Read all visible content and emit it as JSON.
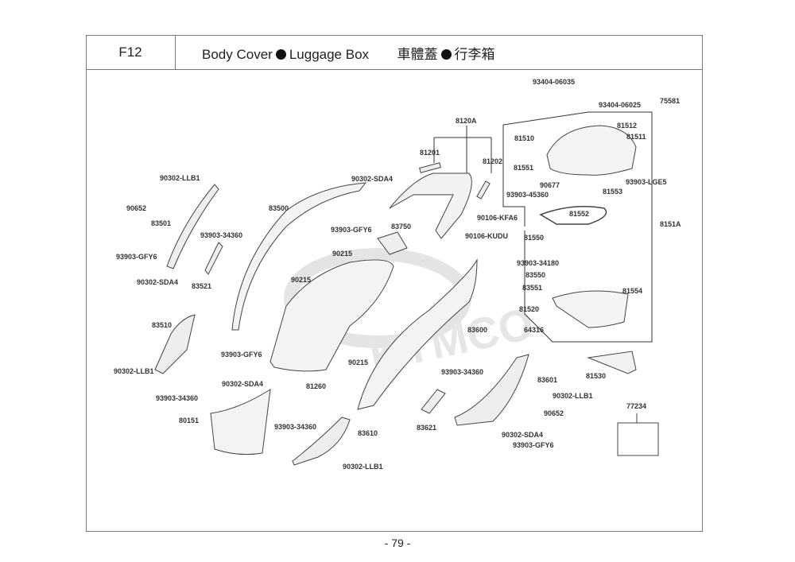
{
  "header": {
    "section_code": "F12",
    "title_en_part1": "Body Cover",
    "title_en_part2": "Luggage Box",
    "title_zh_part1": "車體蓋",
    "title_zh_part2": "行李箱"
  },
  "footer": {
    "page_number": "- 79 -"
  },
  "watermark": {
    "text": "KYMCO",
    "color": "#d0d0d0"
  },
  "parts": [
    {
      "id": "p1",
      "label": "93404-06035"
    },
    {
      "id": "p2",
      "label": "93404-06025"
    },
    {
      "id": "p3",
      "label": "75581"
    },
    {
      "id": "p4",
      "label": "8120A"
    },
    {
      "id": "p5",
      "label": "81512"
    },
    {
      "id": "p6",
      "label": "81510"
    },
    {
      "id": "p7",
      "label": "81511"
    },
    {
      "id": "p8",
      "label": "81201"
    },
    {
      "id": "p9",
      "label": "81202"
    },
    {
      "id": "p10",
      "label": "81551"
    },
    {
      "id": "p11",
      "label": "90677"
    },
    {
      "id": "p12",
      "label": "93903-LGE5"
    },
    {
      "id": "p13",
      "label": "93903-45360"
    },
    {
      "id": "p14",
      "label": "81553"
    },
    {
      "id": "p15",
      "label": "90302-LLB1"
    },
    {
      "id": "p16",
      "label": "90302-SDA4"
    },
    {
      "id": "p17",
      "label": "81552"
    },
    {
      "id": "p18",
      "label": "90106-KFA6"
    },
    {
      "id": "p19",
      "label": "90652"
    },
    {
      "id": "p20",
      "label": "83500"
    },
    {
      "id": "p21",
      "label": "8151A"
    },
    {
      "id": "p22",
      "label": "83501"
    },
    {
      "id": "p23",
      "label": "93903-GFY6"
    },
    {
      "id": "p24",
      "label": "83750"
    },
    {
      "id": "p25",
      "label": "90106-KUDU"
    },
    {
      "id": "p26",
      "label": "93903-34360"
    },
    {
      "id": "p27",
      "label": "81550"
    },
    {
      "id": "p28",
      "label": "93903-GFY6"
    },
    {
      "id": "p29",
      "label": "90215"
    },
    {
      "id": "p30",
      "label": "93903-34180"
    },
    {
      "id": "p31",
      "label": "90302-SDA4"
    },
    {
      "id": "p32",
      "label": "83521"
    },
    {
      "id": "p33",
      "label": "83550"
    },
    {
      "id": "p34",
      "label": "90215"
    },
    {
      "id": "p35",
      "label": "83551"
    },
    {
      "id": "p36",
      "label": "81554"
    },
    {
      "id": "p37",
      "label": "81520"
    },
    {
      "id": "p38",
      "label": "83510"
    },
    {
      "id": "p39",
      "label": "83600"
    },
    {
      "id": "p40",
      "label": "64316"
    },
    {
      "id": "p41",
      "label": "93903-GFY6"
    },
    {
      "id": "p42",
      "label": "90215"
    },
    {
      "id": "p43",
      "label": "90302-LLB1"
    },
    {
      "id": "p44",
      "label": "93903-34360"
    },
    {
      "id": "p45",
      "label": "81530"
    },
    {
      "id": "p46",
      "label": "83601"
    },
    {
      "id": "p47",
      "label": "90302-SDA4"
    },
    {
      "id": "p48",
      "label": "81260"
    },
    {
      "id": "p49",
      "label": "90302-LLB1"
    },
    {
      "id": "p50",
      "label": "93903-34360"
    },
    {
      "id": "p51",
      "label": "90652"
    },
    {
      "id": "p52",
      "label": "77234"
    },
    {
      "id": "p53",
      "label": "80151"
    },
    {
      "id": "p54",
      "label": "83621"
    },
    {
      "id": "p55",
      "label": "93903-34360"
    },
    {
      "id": "p56",
      "label": "83610"
    },
    {
      "id": "p57",
      "label": "90302-SDA4"
    },
    {
      "id": "p58",
      "label": "93903-GFY6"
    },
    {
      "id": "p59",
      "label": "90302-LLB1"
    }
  ]
}
